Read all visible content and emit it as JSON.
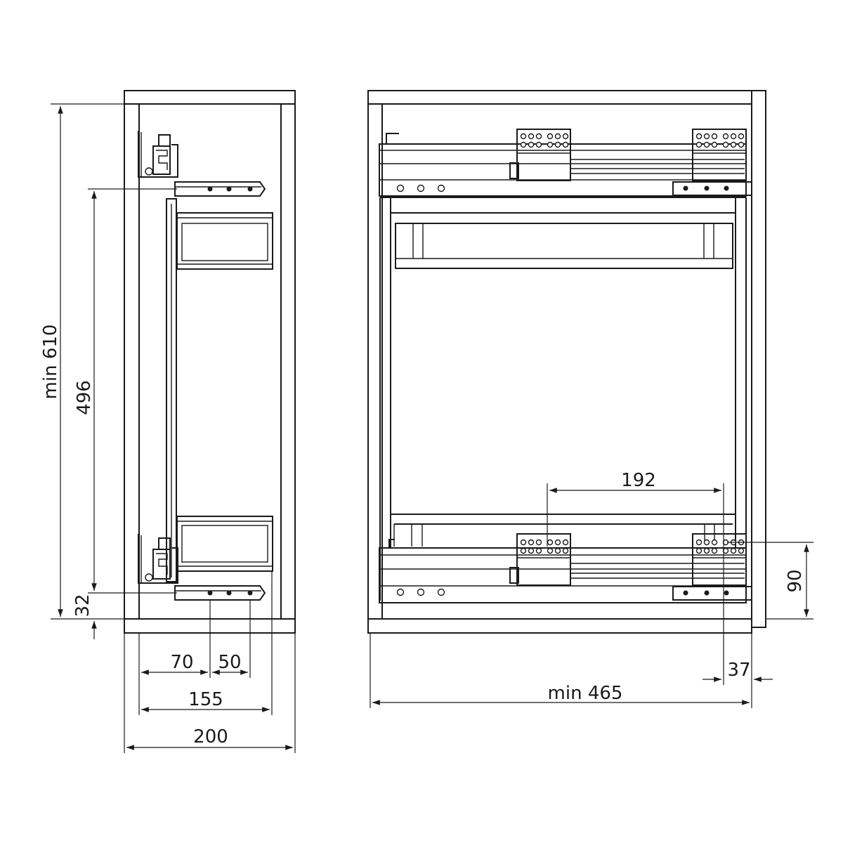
{
  "dimensions": {
    "side_height": "min 610",
    "side_inner_height": "496",
    "side_bottom_offset": "32",
    "side_width_70": "70",
    "side_width_50": "50",
    "side_width_155": "155",
    "side_width_200": "200",
    "front_spacing": "192",
    "front_height_90": "90",
    "front_offset_37": "37",
    "front_width": "min 465"
  },
  "colors": {
    "line": "#1a1a1a",
    "background": "#ffffff"
  }
}
